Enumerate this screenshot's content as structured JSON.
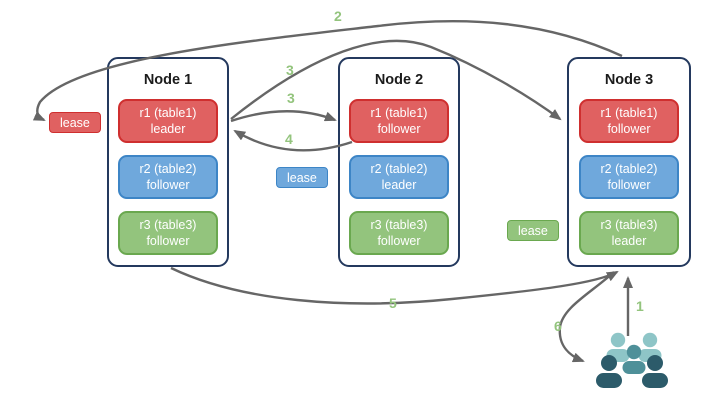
{
  "nodes": [
    {
      "title": "Node 1",
      "replicas": [
        {
          "name": "r1 (table1)",
          "role": "leader",
          "color": "#e06161"
        },
        {
          "name": "r2 (table2)",
          "role": "follower",
          "color": "#6fa8dc"
        },
        {
          "name": "r3 (table3)",
          "role": "follower",
          "color": "#93c47d"
        }
      ]
    },
    {
      "title": "Node 2",
      "replicas": [
        {
          "name": "r1 (table1)",
          "role": "follower",
          "color": "#e06161"
        },
        {
          "name": "r2 (table2)",
          "role": "leader",
          "color": "#6fa8dc"
        },
        {
          "name": "r3 (table3)",
          "role": "follower",
          "color": "#93c47d"
        }
      ]
    },
    {
      "title": "Node 3",
      "replicas": [
        {
          "name": "r1 (table1)",
          "role": "follower",
          "color": "#e06161"
        },
        {
          "name": "r2 (table2)",
          "role": "follower",
          "color": "#6fa8dc"
        },
        {
          "name": "r3 (table3)",
          "role": "leader",
          "color": "#93c47d"
        }
      ]
    }
  ],
  "leases": [
    {
      "label": "lease",
      "color": "#e06161",
      "near": "node1-r1-leader"
    },
    {
      "label": "lease",
      "color": "#6fa8dc",
      "near": "node2-r2-leader"
    },
    {
      "label": "lease",
      "color": "#93c47d",
      "near": "node3-r3-leader"
    }
  ],
  "arrows": [
    {
      "label": "2",
      "from": "node3-top",
      "to": "lease-red-near-node1"
    },
    {
      "label": "3",
      "from": "node1-r1-leader",
      "to": "node3-r1-follower"
    },
    {
      "label": "3",
      "from": "node1-r1-leader",
      "to": "node2-r1-follower"
    },
    {
      "label": "4",
      "from": "node2-r1",
      "to": "node1-r1-leader"
    },
    {
      "label": "5",
      "from": "node1-bottom",
      "to": "node3-bottom"
    },
    {
      "label": "1",
      "from": "clients",
      "to": "node3-bottom"
    },
    {
      "label": "6",
      "from": "node3-bottom",
      "to": "clients"
    }
  ],
  "icons": {
    "users_group": "users-group-icon"
  },
  "colors": {
    "replica_red_fill": "#e06161",
    "replica_red_border": "#cf2f2f",
    "replica_blue_fill": "#6fa8dc",
    "replica_blue_border": "#3d85c6",
    "replica_green_fill": "#93c47d",
    "replica_green_border": "#6aa84f",
    "node_border": "#24395e",
    "arrow_stroke": "#666666",
    "arrow_label_green": "#93c47d",
    "users_light_teal": "#8ec5c7",
    "users_mid_teal": "#4e9099",
    "users_dark_teal": "#2c5b6a"
  }
}
